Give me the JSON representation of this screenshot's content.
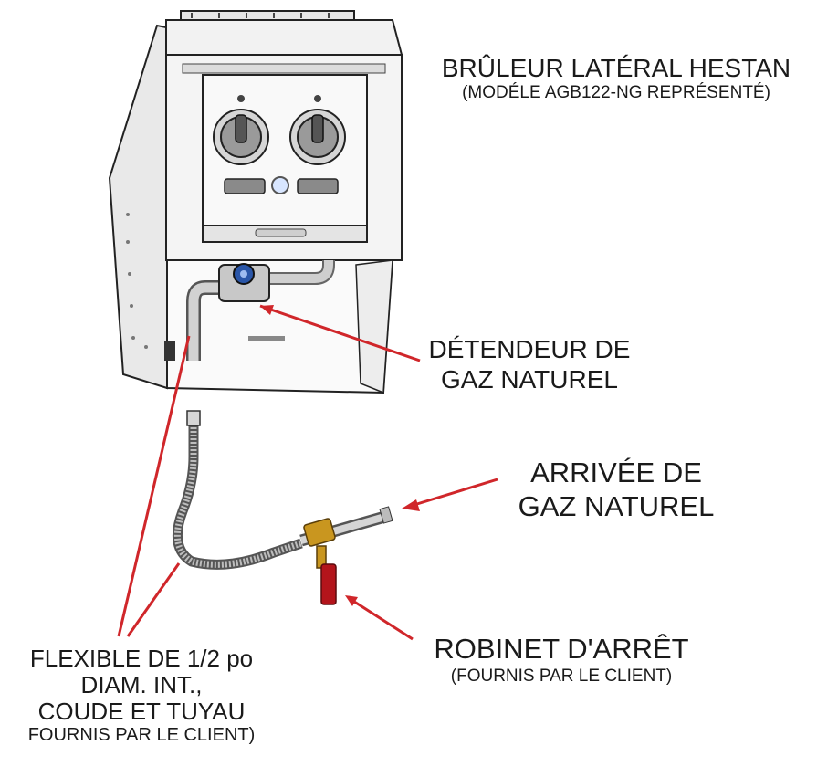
{
  "burner": {
    "title": "BRÛLEUR LATÉRAL HESTAN",
    "subtitle": "(MODÉLE AGB122-NG REPRÉSENTÉ)"
  },
  "regulator": {
    "line1": "DÉTENDEUR DE",
    "line2": "GAZ NATUREL"
  },
  "inlet": {
    "line1": "ARRIVÉE DE",
    "line2": "GAZ NATUREL"
  },
  "shutoff_valve": {
    "title": "ROBINET D'ARRÊT",
    "note": "(FOURNIS PAR LE CLIENT)"
  },
  "hose": {
    "line1": "FLEXIBLE DE 1/2 po",
    "line2": "DIAM. INT.,",
    "line3": "COUDE ET TUYAU",
    "line4": "FOURNIS PAR LE CLIENT)"
  },
  "colors": {
    "arrow": "#d0262a",
    "valve_body": "#c9961f",
    "valve_handle": "#b3141b",
    "knob_bezel": "#b8b8b8",
    "regulator_cap": "#2a56a8"
  }
}
